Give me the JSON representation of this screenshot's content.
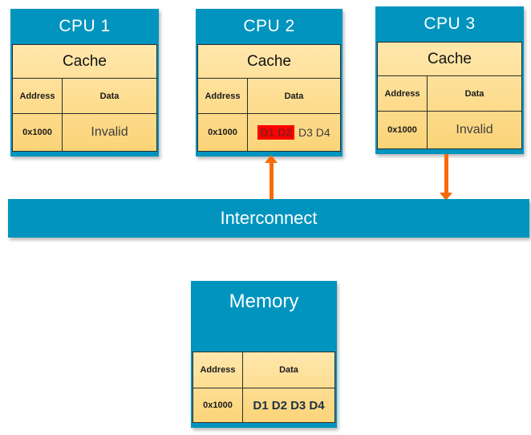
{
  "colors": {
    "blue": "#0094BE",
    "tan_light": "#FFE7AC",
    "tan_dark": "#FBD478",
    "orange": "#F96A0B",
    "red_highlight": "#FF0000",
    "red_text": "#8B1C1C",
    "gray_text": "#3F3F3F",
    "navy_text": "#1F3045"
  },
  "cpus": [
    {
      "title": "CPU 1",
      "cache_label": "Cache",
      "col_address": "Address",
      "col_data": "Data",
      "row_address": "0x1000",
      "row_value": "Invalid"
    },
    {
      "title": "CPU 2",
      "cache_label": "Cache",
      "col_address": "Address",
      "col_data": "Data",
      "row_address": "0x1000",
      "row_value_highlight": "D1 D2",
      "row_value_rest": "D3 D4"
    },
    {
      "title": "CPU 3",
      "cache_label": "Cache",
      "col_address": "Address",
      "col_data": "Data",
      "row_address": "0x1000",
      "row_value": "Invalid"
    }
  ],
  "interconnect": {
    "label": "Interconnect"
  },
  "memory": {
    "title": "Memory",
    "col_address": "Address",
    "col_data": "Data",
    "row_address": "0x1000",
    "row_value": "D1 D2 D3 D4"
  },
  "arrows": [
    {
      "from": "Interconnect",
      "to": "CPU 2 cache",
      "direction": "up"
    },
    {
      "from": "CPU 3 cache",
      "to": "Interconnect",
      "direction": "down"
    }
  ]
}
